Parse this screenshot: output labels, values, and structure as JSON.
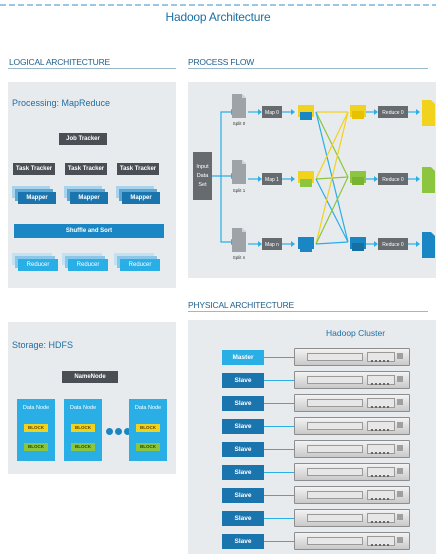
{
  "page": {
    "title": "Hadoop Architecture"
  },
  "logical": {
    "heading": "LOGICAL ARCHITECTURE",
    "processing_title": "Processing: MapReduce",
    "job_tracker": "Job Tracker",
    "task_trackers": [
      "Task Tracker",
      "Task Tracker",
      "Task Tracker"
    ],
    "mappers": [
      "Mapper",
      "Mapper",
      "Mapper"
    ],
    "shuffle": "Shuffle and Sort",
    "reducers": [
      "Reducer",
      "Reducer",
      "Reducer"
    ]
  },
  "storage": {
    "title": "Storage: HDFS",
    "namenode": "NameNode",
    "datanodes": [
      {
        "label": "Data Node",
        "blocks": [
          "BLOCK",
          "BLOCK"
        ]
      },
      {
        "label": "Data Node",
        "blocks": [
          "BLOCK",
          "BLOCK"
        ]
      },
      {
        "label": "Data Node",
        "blocks": [
          "BLOCK",
          "BLOCK"
        ]
      }
    ]
  },
  "process": {
    "heading": "PROCESS FLOW",
    "input_lines": [
      "Input",
      "Data",
      "Set"
    ],
    "splits": [
      "Split 0",
      "Split 1",
      "Split n"
    ],
    "maps": [
      "Map 0",
      "Map 1",
      "Map n"
    ],
    "reduces": [
      "Reduce 0",
      "Reduce 0",
      "Reduce 0"
    ],
    "colors": {
      "yellow": "#f1d21c",
      "green": "#8cc63e",
      "blue": "#1b86c4",
      "arrow": "#29aee6"
    }
  },
  "physical": {
    "heading": "PHYSICAL ARCHITECTURE",
    "cluster_title": "Hadoop Cluster",
    "nodes": [
      "Master",
      "Slave",
      "Slave",
      "Slave",
      "Slave",
      "Slave",
      "Slave",
      "Slave",
      "Slave"
    ]
  }
}
